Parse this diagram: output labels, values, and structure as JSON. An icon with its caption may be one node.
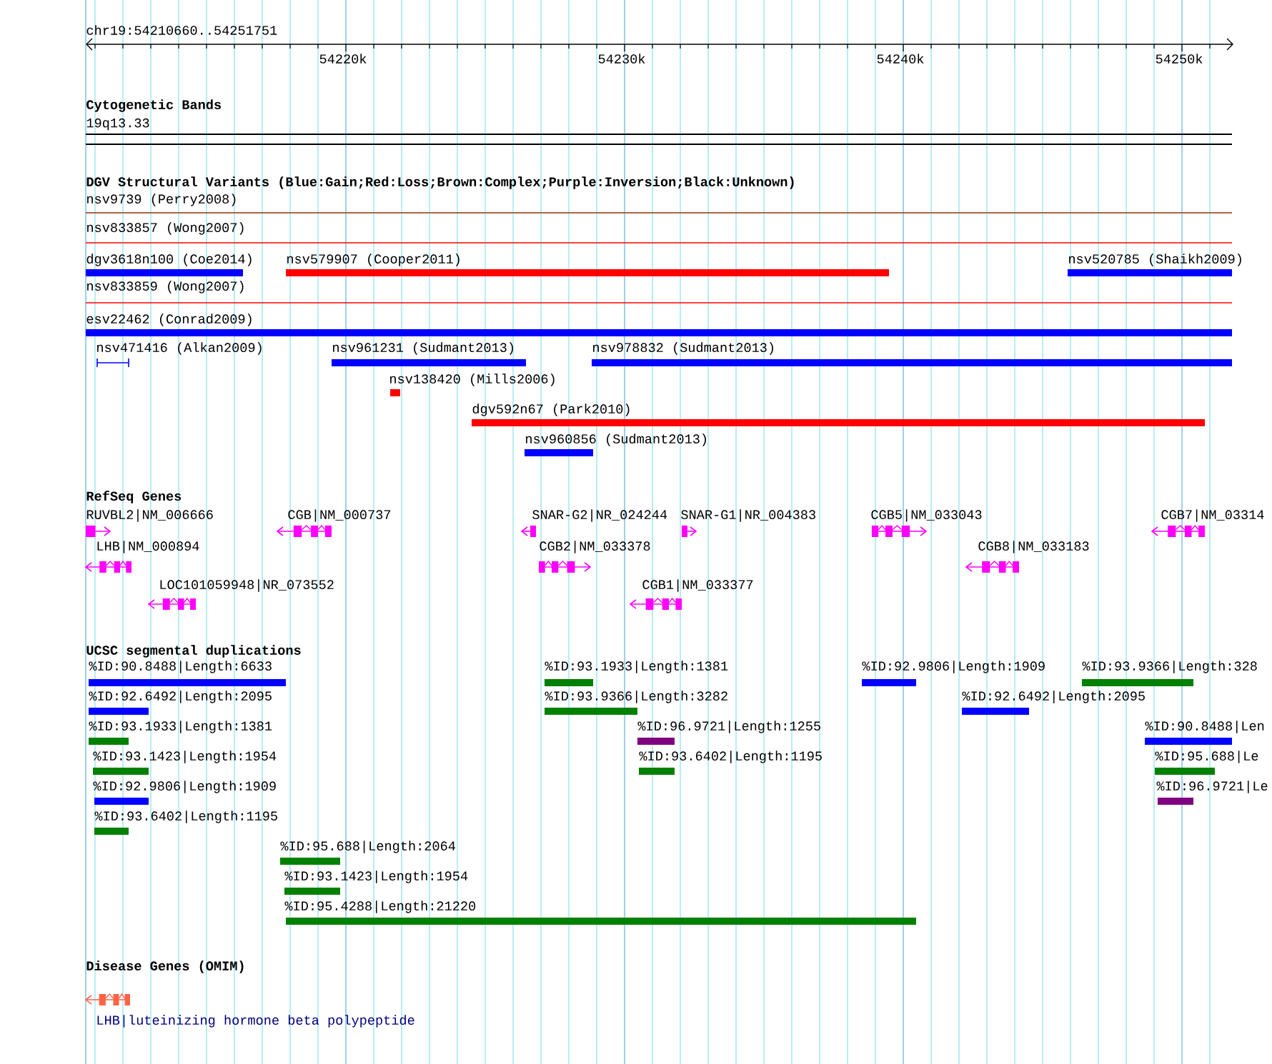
{
  "diagram": {
    "nodes": [
      {
        "text": [
          "nsv9739 (Perry2008)"
        ]
      },
      {
        "text": [
          "nsv833857 (Wong2007)"
        ]
      },
      {
        "text": [
          "dgv3618n100 (Coe2014)"
        ]
      },
      {
        "text": [
          "nsv579907 (Cooper2011)"
        ]
      },
      {
        "text": [
          "nsv520785 (Shaikh2009)"
        ]
      },
      {
        "text": [
          "nsv833859 (Wong2007)"
        ]
      },
      {
        "text": [
          "esv22462 (Conrad2009)"
        ]
      },
      {
        "text": [
          "nsv471416 (Alkan2009)"
        ]
      },
      {
        "text": [
          "nsv961231 (Sudmant2013)"
        ]
      },
      {
        "text": [
          "nsv978832 (Sudmant2013)"
        ]
      },
      {
        "text": [
          "nsv138420 (Mills2006)"
        ]
      },
      {
        "text": [
          "dgv592n67 (Park2010)"
        ]
      },
      {
        "text": [
          "nsv960856 (Sudmant2013)"
        ]
      },
      {
        "text": [
          "RUVBL2|NM_006666"
        ]
      },
      {
        "text": [
          "CGB|NM_000737"
        ]
      },
      {
        "text": [
          "SNAR-G2|NR_024244"
        ]
      },
      {
        "text": [
          "SNAR-G1|NR_004383"
        ]
      },
      {
        "text": [
          "CGB5|NM_033043"
        ]
      },
      {
        "text": [
          "CGB7|NM_03314"
        ]
      },
      {
        "text": [
          "LHB|NM_000894"
        ]
      },
      {
        "text": [
          "CGB2|NM_033378"
        ]
      },
      {
        "text": [
          "CGB8|NM_033183"
        ]
      },
      {
        "text": [
          "LOC101059948|NR_073552"
        ]
      },
      {
        "text": [
          "CGB1|NM_033377"
        ]
      },
      {
        "text": [
          "%ID:90.8488|Length:6633"
        ]
      },
      {
        "text": [
          "%ID:93.1933|Length:1381"
        ]
      },
      {
        "text": [
          "%ID:92.9806|Length:1909"
        ]
      },
      {
        "text": [
          "%ID:93.9366|Length:328"
        ]
      },
      {
        "text": [
          "%ID:92.6492|Length:2095"
        ]
      },
      {
        "text": [
          "%ID:93.9366|Length:3282"
        ]
      },
      {
        "text": [
          "%ID:92.6492|Length:2095"
        ]
      },
      {
        "text": [
          "%ID:93.1933|Length:1381"
        ]
      },
      {
        "text": [
          "%ID:96.9721|Length:1255"
        ]
      },
      {
        "text": [
          "%ID:90.8488|Len"
        ]
      },
      {
        "text": [
          "%ID:93.1423|Length:1954"
        ]
      },
      {
        "text": [
          "%ID:93.6402|Length:1195"
        ]
      },
      {
        "text": [
          "%ID:95.688|Le"
        ]
      },
      {
        "text": [
          "%ID:92.9806|Length:1909"
        ]
      },
      {
        "text": [
          "%ID:96.9721|Le"
        ]
      },
      {
        "text": [
          "%ID:93.6402|Length:1195"
        ]
      },
      {
        "text": [
          "%ID:95.688|Length:2064"
        ]
      },
      {
        "text": [
          "%ID:93.1423|Length:1954"
        ]
      },
      {
        "text": [
          "%ID:95.4288|Length:21220"
        ]
      },
      {
        "text": [
          "LHB|luteinizing hormone beta polypeptide"
        ]
      }
    ],
    "labels": [
      "chr19:54210660..54251751",
      "54220k",
      "54230k",
      "54240k",
      "54250k",
      "Cytogenetic Bands",
      "19q13.33",
      "DGV Structural Variants (Blue:Gain;Red:Loss;Brown:Complex;Purple:Inversion;Black:Unknown)",
      "RefSeq Genes",
      "UCSC segmental duplications",
      "Disease Genes (OMIM)"
    ]
  }
}
